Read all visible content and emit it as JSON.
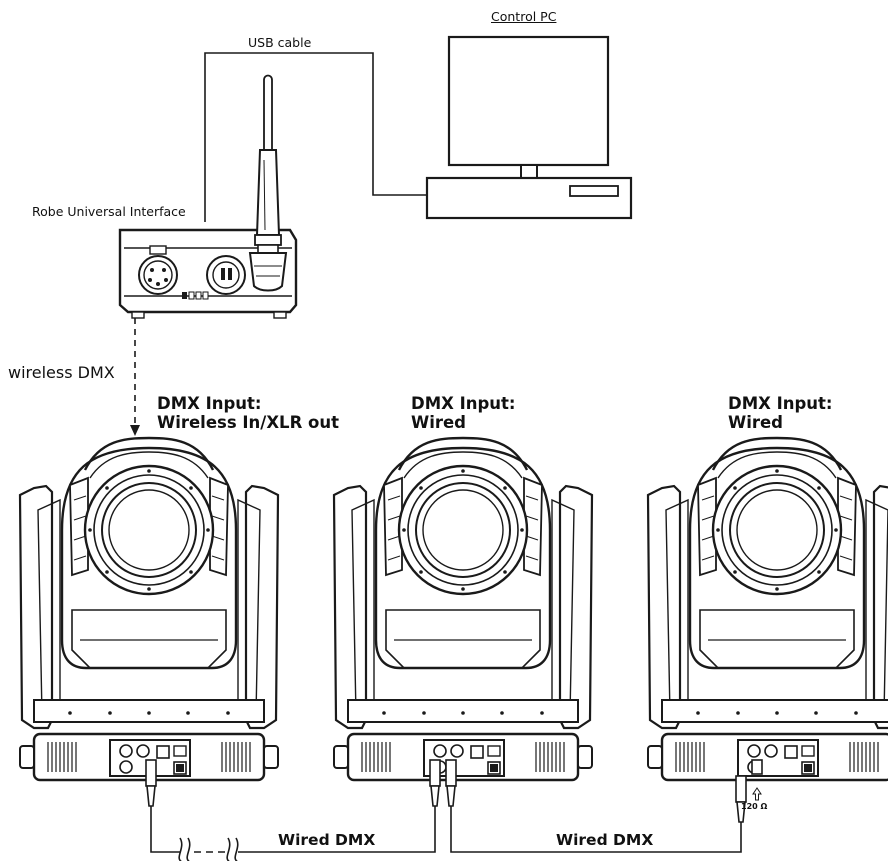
{
  "labels": {
    "control_pc": "Control PC",
    "usb_cable": "USB cable",
    "interface": "Robe Universal Interface",
    "wireless_dmx": "wireless DMX",
    "fixture1_line1": "DMX Input:",
    "fixture1_line2": "Wireless In/XLR out",
    "fixture2_line1": "DMX Input:",
    "fixture2_line2": "Wired",
    "fixture3_line1": "DMX Input:",
    "fixture3_line2": "Wired",
    "wired_dmx_1": "Wired DMX",
    "wired_dmx_2": "Wired DMX",
    "terminator": "120 Ω"
  },
  "colors": {
    "line": "#1a1a1a",
    "background": "#ffffff"
  },
  "icons": {
    "pc": "desktop-computer-icon",
    "antenna": "antenna-icon",
    "fixture": "moving-head-light-icon",
    "xlr": "xlr-connector-icon",
    "break": "cable-break-icon"
  }
}
